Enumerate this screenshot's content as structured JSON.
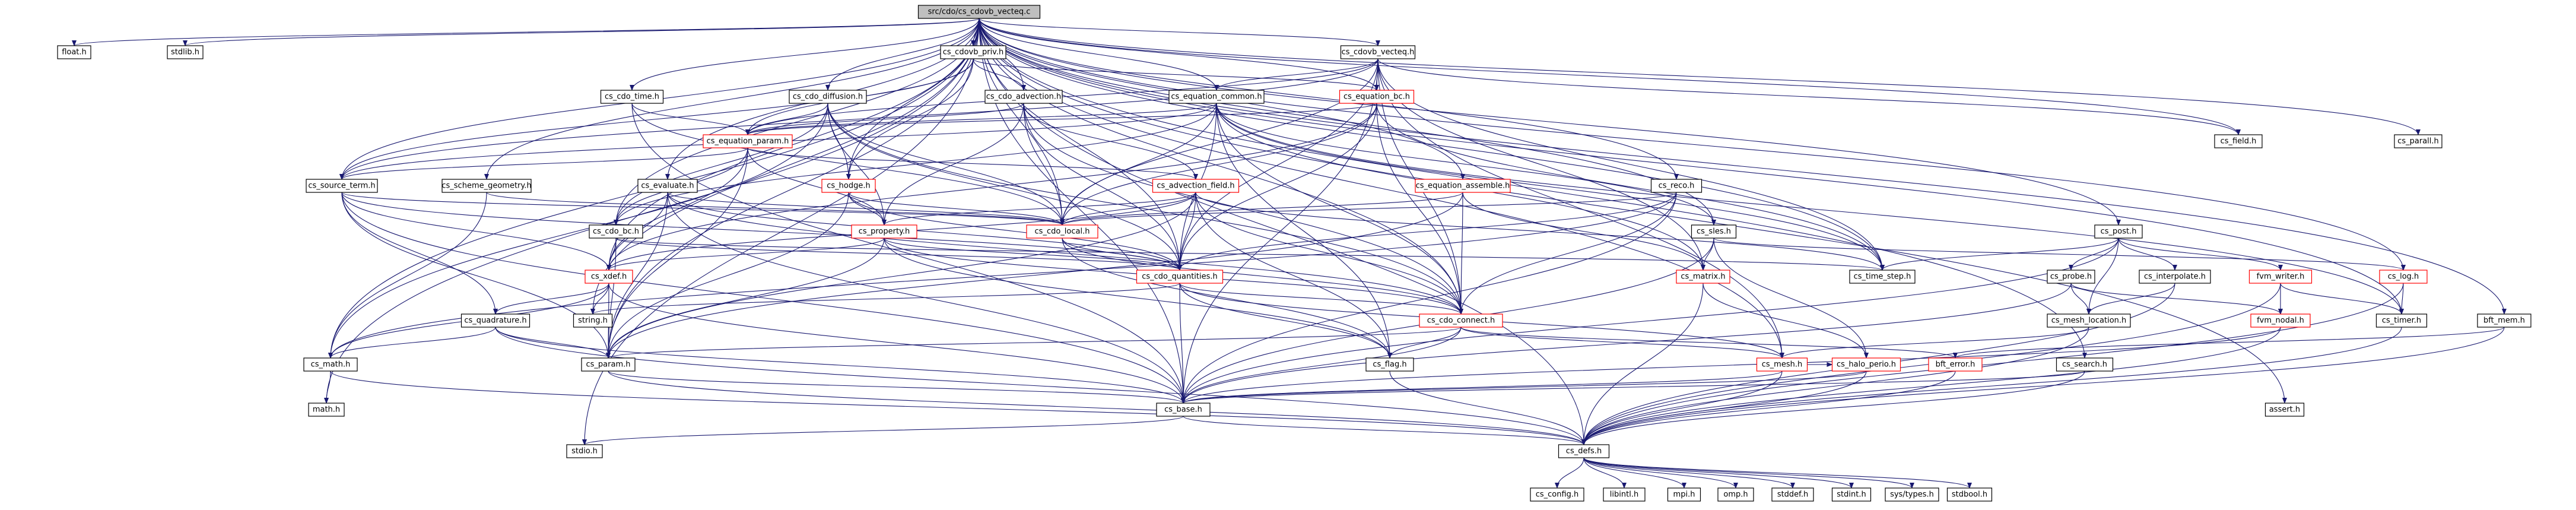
{
  "graph": {
    "root": "src/cdo/cs_cdovb_vecteq.c",
    "colors": {
      "edge": "#191970",
      "root_fill": "#bfbfbf",
      "link_border": "#ff0000",
      "node_border": "#000000"
    },
    "nodes": [
      {
        "id": "root",
        "label": "src/cdo/cs_cdovb_vecteq.c",
        "root": true
      },
      {
        "id": "float",
        "label": "float.h"
      },
      {
        "id": "stdlib",
        "label": "stdlib.h"
      },
      {
        "id": "cdovb_priv",
        "label": "cs_cdovb_priv.h"
      },
      {
        "id": "cdovb_vecteq_h",
        "label": "cs_cdovb_vecteq.h"
      },
      {
        "id": "cdo_time",
        "label": "cs_cdo_time.h"
      },
      {
        "id": "cdo_diffusion",
        "label": "cs_cdo_diffusion.h"
      },
      {
        "id": "cdo_advection",
        "label": "cs_cdo_advection.h"
      },
      {
        "id": "equation_common",
        "label": "cs_equation_common.h"
      },
      {
        "id": "equation_bc",
        "label": "cs_equation_bc.h",
        "red": true
      },
      {
        "id": "equation_param",
        "label": "cs_equation_param.h",
        "red": true
      },
      {
        "id": "field",
        "label": "cs_field.h"
      },
      {
        "id": "parall",
        "label": "cs_parall.h"
      },
      {
        "id": "source_term",
        "label": "cs_source_term.h"
      },
      {
        "id": "scheme_geometry",
        "label": "cs_scheme_geometry.h"
      },
      {
        "id": "evaluate",
        "label": "cs_evaluate.h"
      },
      {
        "id": "hodge",
        "label": "cs_hodge.h",
        "red": true
      },
      {
        "id": "advection_field",
        "label": "cs_advection_field.h",
        "red": true
      },
      {
        "id": "equation_assemble",
        "label": "cs_equation_assemble.h",
        "red": true
      },
      {
        "id": "reco",
        "label": "cs_reco.h"
      },
      {
        "id": "sles",
        "label": "cs_sles.h"
      },
      {
        "id": "post",
        "label": "cs_post.h"
      },
      {
        "id": "cdo_bc",
        "label": "cs_cdo_bc.h"
      },
      {
        "id": "property",
        "label": "cs_property.h",
        "red": true
      },
      {
        "id": "cdo_local",
        "label": "cs_cdo_local.h",
        "red": true
      },
      {
        "id": "xdef",
        "label": "cs_xdef.h",
        "red": true
      },
      {
        "id": "cdo_quantities",
        "label": "cs_cdo_quantities.h",
        "red": true
      },
      {
        "id": "matrix",
        "label": "cs_matrix.h",
        "red": true
      },
      {
        "id": "time_step",
        "label": "cs_time_step.h"
      },
      {
        "id": "probe",
        "label": "cs_probe.h"
      },
      {
        "id": "interpolate",
        "label": "cs_interpolate.h"
      },
      {
        "id": "fvm_writer",
        "label": "fvm_writer.h",
        "red": true
      },
      {
        "id": "log",
        "label": "cs_log.h",
        "red": true
      },
      {
        "id": "string",
        "label": "string.h"
      },
      {
        "id": "quadrature",
        "label": "cs_quadrature.h"
      },
      {
        "id": "cdo_connect",
        "label": "cs_cdo_connect.h",
        "red": true
      },
      {
        "id": "mesh_location",
        "label": "cs_mesh_location.h"
      },
      {
        "id": "fvm_nodal",
        "label": "fvm_nodal.h",
        "red": true
      },
      {
        "id": "timer",
        "label": "cs_timer.h"
      },
      {
        "id": "bft_mem",
        "label": "bft_mem.h"
      },
      {
        "id": "math",
        "label": "cs_math.h"
      },
      {
        "id": "param",
        "label": "cs_param.h"
      },
      {
        "id": "flag",
        "label": "cs_flag.h"
      },
      {
        "id": "mesh",
        "label": "cs_mesh.h",
        "red": true
      },
      {
        "id": "halo_perio",
        "label": "cs_halo_perio.h",
        "red": true
      },
      {
        "id": "bft_error",
        "label": "bft_error.h",
        "red": true
      },
      {
        "id": "search",
        "label": "cs_search.h"
      },
      {
        "id": "math_h",
        "label": "math.h"
      },
      {
        "id": "base",
        "label": "cs_base.h"
      },
      {
        "id": "assert",
        "label": "assert.h"
      },
      {
        "id": "stdio",
        "label": "stdio.h"
      },
      {
        "id": "defs",
        "label": "cs_defs.h"
      },
      {
        "id": "config",
        "label": "cs_config.h"
      },
      {
        "id": "libintl",
        "label": "libintl.h"
      },
      {
        "id": "mpi",
        "label": "mpi.h"
      },
      {
        "id": "omp",
        "label": "omp.h"
      },
      {
        "id": "stddef",
        "label": "stddef.h"
      },
      {
        "id": "stdint",
        "label": "stdint.h"
      },
      {
        "id": "systypes",
        "label": "sys/types.h"
      },
      {
        "id": "stdbool",
        "label": "stdbool.h"
      }
    ],
    "edges": [
      [
        "root",
        "float"
      ],
      [
        "root",
        "stdlib"
      ],
      [
        "root",
        "cdovb_priv"
      ],
      [
        "root",
        "cdovb_vecteq_h"
      ],
      [
        "root",
        "cdo_time"
      ],
      [
        "root",
        "cdo_diffusion"
      ],
      [
        "root",
        "cdo_advection"
      ],
      [
        "root",
        "equation_common"
      ],
      [
        "root",
        "equation_bc"
      ],
      [
        "root",
        "field"
      ],
      [
        "root",
        "parall"
      ],
      [
        "root",
        "source_term"
      ],
      [
        "root",
        "scheme_geometry"
      ],
      [
        "root",
        "evaluate"
      ],
      [
        "root",
        "hodge"
      ],
      [
        "root",
        "equation_assemble"
      ],
      [
        "root",
        "reco"
      ],
      [
        "root",
        "sles"
      ],
      [
        "root",
        "post"
      ],
      [
        "root",
        "cdo_local"
      ],
      [
        "root",
        "cdo_bc"
      ],
      [
        "root",
        "xdef"
      ],
      [
        "root",
        "string"
      ],
      [
        "root",
        "math"
      ],
      [
        "root",
        "param"
      ],
      [
        "root",
        "mesh"
      ],
      [
        "root",
        "search"
      ],
      [
        "root",
        "math_h"
      ],
      [
        "root",
        "base"
      ],
      [
        "root",
        "assert"
      ],
      [
        "root",
        "stdio"
      ],
      [
        "root",
        "defs"
      ],
      [
        "root",
        "log"
      ],
      [
        "root",
        "bft_mem"
      ],
      [
        "root",
        "timer"
      ],
      [
        "root",
        "cdo_quantities"
      ],
      [
        "root",
        "cdo_connect"
      ],
      [
        "root",
        "time_step"
      ],
      [
        "cdovb_priv",
        "cdo_advection"
      ],
      [
        "cdovb_priv",
        "equation_bc"
      ],
      [
        "cdovb_priv",
        "equation_param"
      ],
      [
        "cdovb_priv",
        "hodge"
      ],
      [
        "cdovb_priv",
        "source_term"
      ],
      [
        "cdovb_vecteq_h",
        "equation_common"
      ],
      [
        "cdovb_vecteq_h",
        "equation_bc"
      ],
      [
        "cdovb_vecteq_h",
        "equation_param"
      ],
      [
        "cdovb_vecteq_h",
        "cdo_local"
      ],
      [
        "cdovb_vecteq_h",
        "cdo_quantities"
      ],
      [
        "cdovb_vecteq_h",
        "cdo_connect"
      ],
      [
        "cdovb_vecteq_h",
        "field"
      ],
      [
        "cdovb_vecteq_h",
        "matrix"
      ],
      [
        "cdovb_vecteq_h",
        "mesh"
      ],
      [
        "cdovb_vecteq_h",
        "time_step"
      ],
      [
        "cdovb_vecteq_h",
        "source_term"
      ],
      [
        "cdovb_vecteq_h",
        "base"
      ],
      [
        "cdo_time",
        "equation_param"
      ],
      [
        "cdo_time",
        "cdo_local"
      ],
      [
        "cdo_time",
        "base"
      ],
      [
        "cdo_diffusion",
        "equation_param"
      ],
      [
        "cdo_diffusion",
        "hodge"
      ],
      [
        "cdo_diffusion",
        "cdo_local"
      ],
      [
        "cdo_diffusion",
        "cdo_bc"
      ],
      [
        "cdo_diffusion",
        "property"
      ],
      [
        "cdo_diffusion",
        "cdo_quantities"
      ],
      [
        "cdo_diffusion",
        "cdo_connect"
      ],
      [
        "cdo_diffusion",
        "math"
      ],
      [
        "cdo_advection",
        "advection_field"
      ],
      [
        "cdo_advection",
        "equation_param"
      ],
      [
        "cdo_advection",
        "property"
      ],
      [
        "cdo_advection",
        "cdo_local"
      ],
      [
        "cdo_advection",
        "cdo_quantities"
      ],
      [
        "cdo_advection",
        "cdo_connect"
      ],
      [
        "equation_common",
        "equation_param"
      ],
      [
        "equation_common",
        "cdo_local"
      ],
      [
        "equation_common",
        "cdo_quantities"
      ],
      [
        "equation_common",
        "cdo_connect"
      ],
      [
        "equation_common",
        "flag"
      ],
      [
        "equation_common",
        "matrix"
      ],
      [
        "equation_common",
        "sles"
      ],
      [
        "equation_common",
        "source_term"
      ],
      [
        "equation_common",
        "time_step"
      ],
      [
        "equation_common",
        "timer"
      ],
      [
        "equation_common",
        "cdo_bc"
      ],
      [
        "equation_bc",
        "equation_param"
      ],
      [
        "equation_bc",
        "cdo_local"
      ],
      [
        "equation_bc",
        "cdo_quantities"
      ],
      [
        "equation_bc",
        "cdo_connect"
      ],
      [
        "equation_bc",
        "time_step"
      ],
      [
        "equation_bc",
        "xdef"
      ],
      [
        "equation_param",
        "advection_field"
      ],
      [
        "equation_param",
        "param"
      ],
      [
        "equation_param",
        "property"
      ],
      [
        "equation_param",
        "xdef"
      ],
      [
        "equation_param",
        "cdo_bc"
      ],
      [
        "equation_param",
        "source_term"
      ],
      [
        "source_term",
        "xdef"
      ],
      [
        "source_term",
        "cdo_local"
      ],
      [
        "source_term",
        "quadrature"
      ],
      [
        "source_term",
        "param"
      ],
      [
        "source_term",
        "base"
      ],
      [
        "source_term",
        "cdo_quantities"
      ],
      [
        "scheme_geometry",
        "cdo_local"
      ],
      [
        "scheme_geometry",
        "math"
      ],
      [
        "evaluate",
        "xdef"
      ],
      [
        "evaluate",
        "cdo_local"
      ],
      [
        "evaluate",
        "cdo_quantities"
      ],
      [
        "evaluate",
        "cdo_connect"
      ],
      [
        "evaluate",
        "param"
      ],
      [
        "evaluate",
        "base"
      ],
      [
        "hodge",
        "property"
      ],
      [
        "hodge",
        "cdo_local"
      ],
      [
        "hodge",
        "param"
      ],
      [
        "hodge",
        "cdo_quantities"
      ],
      [
        "advection_field",
        "property"
      ],
      [
        "advection_field",
        "cdo_local"
      ],
      [
        "advection_field",
        "cdo_quantities"
      ],
      [
        "advection_field",
        "cdo_connect"
      ],
      [
        "advection_field",
        "param"
      ],
      [
        "advection_field",
        "time_step"
      ],
      [
        "advection_field",
        "xdef"
      ],
      [
        "advection_field",
        "flag"
      ],
      [
        "equation_assemble",
        "matrix"
      ],
      [
        "equation_assemble",
        "cdo_local"
      ],
      [
        "equation_assemble",
        "cdo_connect"
      ],
      [
        "equation_assemble",
        "param"
      ],
      [
        "reco",
        "cdo_local"
      ],
      [
        "reco",
        "cdo_quantities"
      ],
      [
        "reco",
        "cdo_connect"
      ],
      [
        "reco",
        "math"
      ],
      [
        "reco",
        "base"
      ],
      [
        "sles",
        "matrix"
      ],
      [
        "sles",
        "halo_perio"
      ],
      [
        "sles",
        "base"
      ],
      [
        "sles",
        "log"
      ],
      [
        "post",
        "time_step"
      ],
      [
        "post",
        "probe"
      ],
      [
        "post",
        "interpolate"
      ],
      [
        "post",
        "fvm_writer"
      ],
      [
        "post",
        "mesh_location"
      ],
      [
        "post",
        "base"
      ],
      [
        "cdo_bc",
        "xdef"
      ],
      [
        "cdo_bc",
        "cdo_quantities"
      ],
      [
        "cdo_bc",
        "param"
      ],
      [
        "cdo_bc",
        "time_step"
      ],
      [
        "property",
        "xdef"
      ],
      [
        "property",
        "cdo_quantities"
      ],
      [
        "property",
        "cdo_connect"
      ],
      [
        "property",
        "param"
      ],
      [
        "property",
        "flag"
      ],
      [
        "cdo_local",
        "cdo_quantities"
      ],
      [
        "cdo_local",
        "cdo_connect"
      ],
      [
        "cdo_local",
        "flag"
      ],
      [
        "xdef",
        "quadrature"
      ],
      [
        "xdef",
        "param"
      ],
      [
        "xdef",
        "base"
      ],
      [
        "xdef",
        "math"
      ],
      [
        "xdef",
        "string"
      ],
      [
        "cdo_quantities",
        "cdo_connect"
      ],
      [
        "cdo_quantities",
        "mesh"
      ],
      [
        "cdo_quantities",
        "flag"
      ],
      [
        "cdo_quantities",
        "base"
      ],
      [
        "cdo_quantities",
        "string"
      ],
      [
        "matrix",
        "halo_perio"
      ],
      [
        "matrix",
        "defs"
      ],
      [
        "probe",
        "mesh_location"
      ],
      [
        "probe",
        "fvm_nodal"
      ],
      [
        "probe",
        "base"
      ],
      [
        "interpolate",
        "mesh_location"
      ],
      [
        "interpolate",
        "defs"
      ],
      [
        "fvm_writer",
        "fvm_nodal"
      ],
      [
        "fvm_writer",
        "timer"
      ],
      [
        "fvm_writer",
        "defs"
      ],
      [
        "log",
        "timer"
      ],
      [
        "log",
        "defs"
      ],
      [
        "quadrature",
        "math"
      ],
      [
        "quadrature",
        "param"
      ],
      [
        "quadrature",
        "base"
      ],
      [
        "quadrature",
        "defs"
      ],
      [
        "cdo_connect",
        "mesh"
      ],
      [
        "cdo_connect",
        "param"
      ],
      [
        "cdo_connect",
        "flag"
      ],
      [
        "cdo_connect",
        "base"
      ],
      [
        "cdo_connect",
        "bft_error"
      ],
      [
        "mesh_location",
        "mesh"
      ],
      [
        "mesh_location",
        "defs"
      ],
      [
        "fvm_nodal",
        "base"
      ],
      [
        "fvm_nodal",
        "defs"
      ],
      [
        "timer",
        "defs"
      ],
      [
        "bft_mem",
        "bft_error"
      ],
      [
        "bft_mem",
        "defs"
      ],
      [
        "math",
        "math_h"
      ],
      [
        "math",
        "defs"
      ],
      [
        "param",
        "base"
      ],
      [
        "param",
        "defs"
      ],
      [
        "flag",
        "defs"
      ],
      [
        "mesh",
        "halo_perio"
      ],
      [
        "mesh",
        "base"
      ],
      [
        "mesh",
        "defs"
      ],
      [
        "halo_perio",
        "base"
      ],
      [
        "halo_perio",
        "defs"
      ],
      [
        "bft_error",
        "defs"
      ],
      [
        "search",
        "base"
      ],
      [
        "search",
        "defs"
      ],
      [
        "base",
        "stdio"
      ],
      [
        "base",
        "defs"
      ],
      [
        "defs",
        "config"
      ],
      [
        "defs",
        "libintl"
      ],
      [
        "defs",
        "mpi"
      ],
      [
        "defs",
        "omp"
      ],
      [
        "defs",
        "stddef"
      ],
      [
        "defs",
        "stdint"
      ],
      [
        "defs",
        "systypes"
      ],
      [
        "defs",
        "stdbool"
      ]
    ]
  }
}
